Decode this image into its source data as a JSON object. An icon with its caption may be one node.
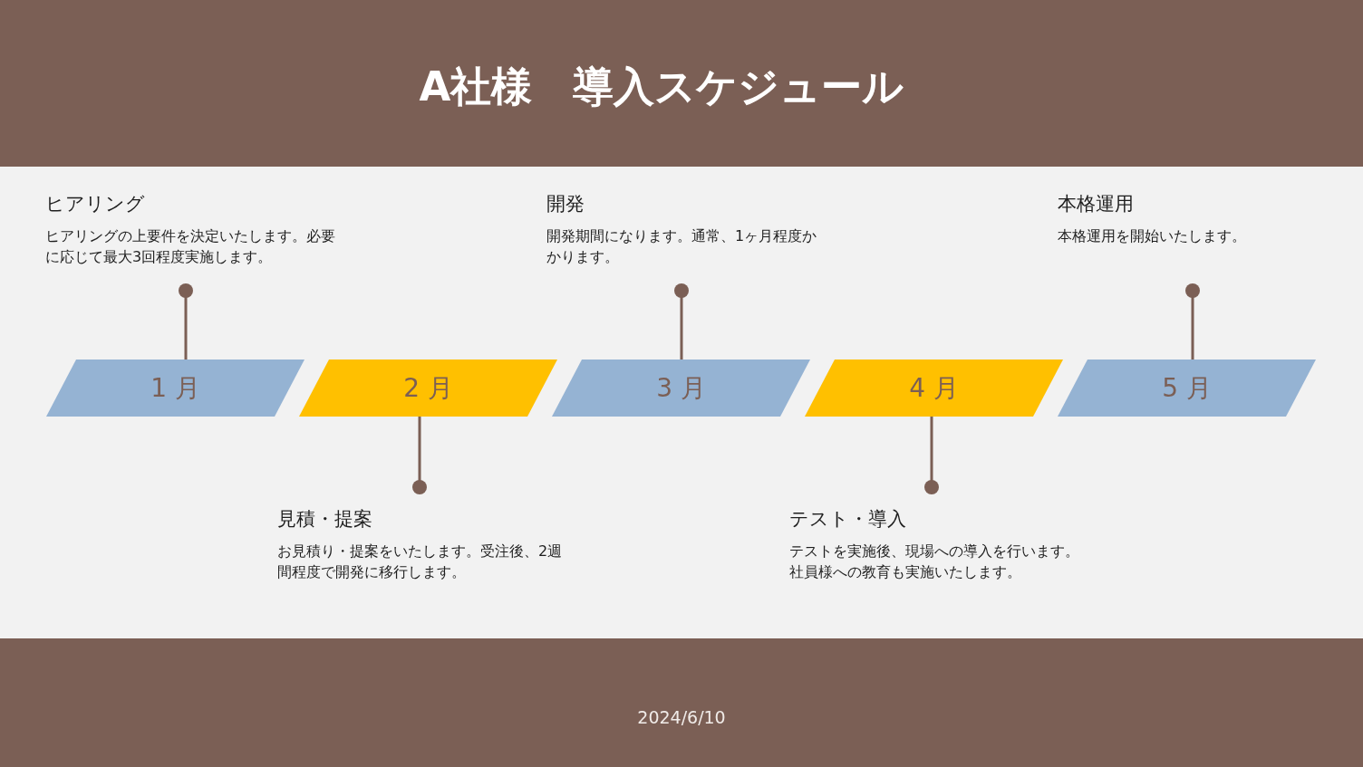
{
  "diagram": {
    "title": "A社様　導入スケジュール",
    "nodes": [
      {
        "text": [
          "ヒアリング",
          "ヒアリングの上要件を決定いたします。必要に応じて最大3回程度実施します。"
        ]
      },
      {
        "text": [
          "開発",
          "開発期間になります。通常、1ヶ月程度かかります。"
        ]
      },
      {
        "text": [
          "本格運用",
          "本格運用を開始いたします。"
        ]
      },
      {
        "text": [
          "1 月"
        ]
      },
      {
        "text": [
          "2 月"
        ]
      },
      {
        "text": [
          "3 月"
        ]
      },
      {
        "text": [
          "4 月"
        ]
      },
      {
        "text": [
          "5 月"
        ]
      },
      {
        "text": [
          "見積・提案",
          "お見積り・提案をいたします。受注後、2週間程度で開発に移行します。"
        ]
      },
      {
        "text": [
          "テスト・導入",
          "テストを実施後、現場への導入を行います。社員様への教育も実施いたします。"
        ]
      }
    ],
    "edges": [
      {
        "from": 0,
        "to": 3,
        "arrow": "other"
      },
      {
        "from": 8,
        "to": 4,
        "arrow": "other"
      },
      {
        "from": 1,
        "to": 5,
        "arrow": "other"
      },
      {
        "from": 9,
        "to": 6,
        "arrow": "other"
      },
      {
        "from": 2,
        "to": 7,
        "arrow": "other"
      }
    ],
    "labels": [
      "2024/6/10"
    ]
  }
}
